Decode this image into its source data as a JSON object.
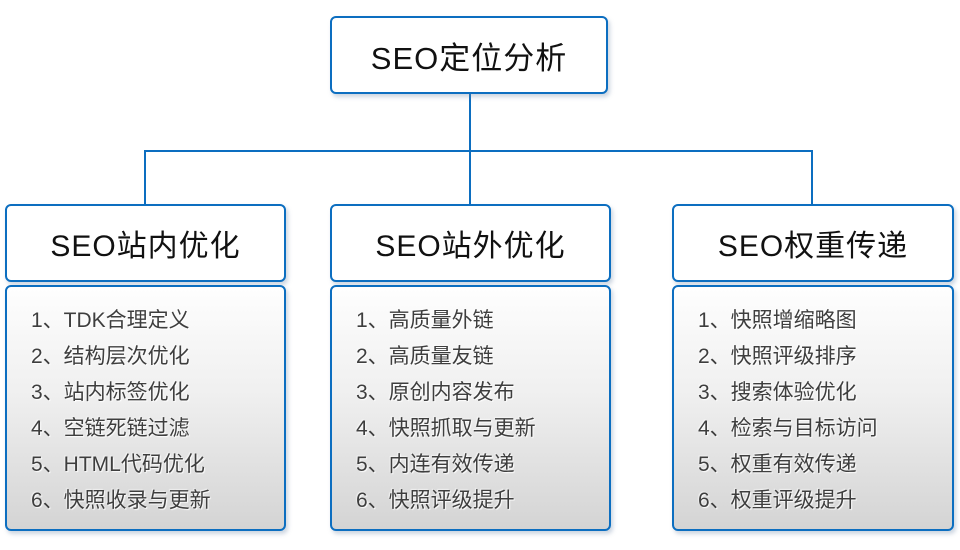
{
  "diagram": {
    "type": "tree",
    "colors": {
      "line_and_border": "#0C6EC0",
      "header_text": "#111111",
      "item_text": "#3E3E3E",
      "list_gradient_top": "#FEFEFE",
      "list_gradient_bottom": "#D4D4D4"
    },
    "root": {
      "label": "SEO定位分析"
    },
    "columns": [
      {
        "header": "SEO站内优化",
        "items": [
          "1、TDK合理定义",
          "2、结构层次优化",
          "3、站内标签优化",
          "4、空链死链过滤",
          "5、HTML代码优化",
          "6、快照收录与更新"
        ]
      },
      {
        "header": "SEO站外优化",
        "items": [
          "1、高质量外链",
          "2、高质量友链",
          "3、原创内容发布",
          "4、快照抓取与更新",
          "5、内连有效传递",
          "6、快照评级提升"
        ]
      },
      {
        "header": "SEO权重传递",
        "items": [
          "1、快照增缩略图",
          "2、快照评级排序",
          "3、搜索体验优化",
          "4、检索与目标访问",
          "5、权重有效传递",
          "6、权重评级提升"
        ]
      }
    ]
  }
}
